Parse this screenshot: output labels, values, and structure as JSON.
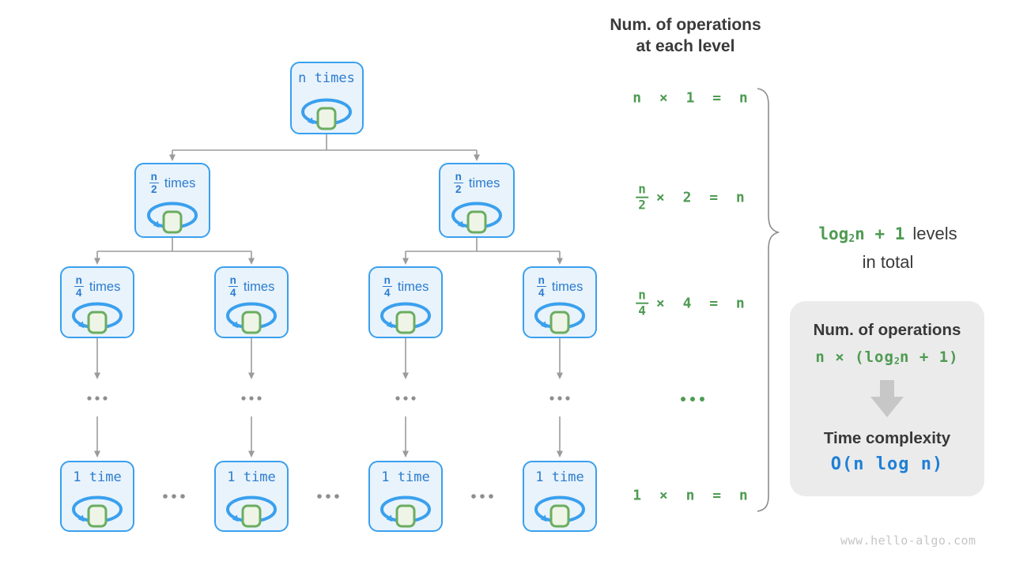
{
  "header": {
    "line1": "Num. of operations",
    "line2": "at each level"
  },
  "tree": {
    "levels": [
      {
        "nodes": [
          {
            "kind": "plain",
            "label": "n times"
          }
        ]
      },
      {
        "nodes": [
          {
            "kind": "frac",
            "num": "n",
            "den": "2",
            "suffix": "times"
          },
          {
            "kind": "frac",
            "num": "n",
            "den": "2",
            "suffix": "times"
          }
        ]
      },
      {
        "nodes": [
          {
            "kind": "frac",
            "num": "n",
            "den": "4",
            "suffix": "times"
          },
          {
            "kind": "frac",
            "num": "n",
            "den": "4",
            "suffix": "times"
          },
          {
            "kind": "frac",
            "num": "n",
            "den": "4",
            "suffix": "times"
          },
          {
            "kind": "frac",
            "num": "n",
            "den": "4",
            "suffix": "times"
          }
        ]
      },
      {
        "nodes": [
          {
            "kind": "plain",
            "label": "1 time"
          },
          {
            "kind": "plain",
            "label": "1 time"
          },
          {
            "kind": "plain",
            "label": "1 time"
          },
          {
            "kind": "plain",
            "label": "1 time"
          }
        ]
      }
    ]
  },
  "level_formulas": [
    {
      "kind": "plain",
      "text": "n × 1 = n"
    },
    {
      "kind": "frac",
      "num": "n",
      "den": "2",
      "rest": "× 2 = n"
    },
    {
      "kind": "frac",
      "num": "n",
      "den": "4",
      "rest": "× 4 = n"
    },
    {
      "kind": "dots"
    },
    {
      "kind": "plain",
      "text": "1 × n = n"
    }
  ],
  "brace_label": {
    "math_p1": "log",
    "math_sub": "2",
    "math_p2": "n + 1",
    "suffix": "levels",
    "line2": "in total"
  },
  "summary_panel": {
    "title": "Num. of operations",
    "formula_p1": "n × (log",
    "formula_sub": "2",
    "formula_p2": "n + 1)",
    "result_title": "Time complexity",
    "result": "O(n log n)"
  },
  "watermark": "www.hello-algo.com",
  "colors": {
    "node_border_blue": "#3AA0EE",
    "node_fill": "#E9F3FB",
    "node_text_blue": "#2B7CD0",
    "loop_square_green": "#6BAD60",
    "loop_square_fill": "#EEF5E6",
    "formula_green": "#4E9B52",
    "result_blue": "#1F80D6",
    "connector_gray": "#9B9B9B",
    "panel_gray": "#EBEBEB",
    "dark_text": "#3A3A3A"
  }
}
